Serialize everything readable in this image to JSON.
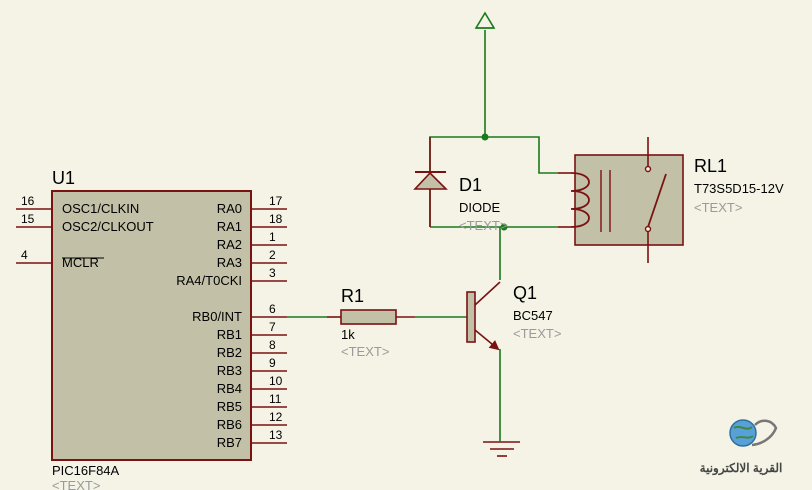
{
  "u1": {
    "ref": "U1",
    "part": "PIC16F84A",
    "placeholder": "<TEXT>",
    "left_pins": [
      {
        "num": "16",
        "label": "OSC1/CLKIN"
      },
      {
        "num": "15",
        "label": "OSC2/CLKOUT"
      },
      {
        "num": "4",
        "label": "MCLR"
      }
    ],
    "right_pins": [
      {
        "num": "17",
        "label": "RA0"
      },
      {
        "num": "18",
        "label": "RA1"
      },
      {
        "num": "1",
        "label": "RA2"
      },
      {
        "num": "2",
        "label": "RA3"
      },
      {
        "num": "3",
        "label": "RA4/T0CKI"
      },
      {
        "num": "6",
        "label": "RB0/INT"
      },
      {
        "num": "7",
        "label": "RB1"
      },
      {
        "num": "8",
        "label": "RB2"
      },
      {
        "num": "9",
        "label": "RB3"
      },
      {
        "num": "10",
        "label": "RB4"
      },
      {
        "num": "11",
        "label": "RB5"
      },
      {
        "num": "12",
        "label": "RB6"
      },
      {
        "num": "13",
        "label": "RB7"
      }
    ]
  },
  "r1": {
    "ref": "R1",
    "value": "1k",
    "placeholder": "<TEXT>"
  },
  "q1": {
    "ref": "Q1",
    "value": "BC547",
    "placeholder": "<TEXT>"
  },
  "d1": {
    "ref": "D1",
    "value": "DIODE",
    "placeholder": "<TEXT>"
  },
  "rl1": {
    "ref": "RL1",
    "value": "T73S5D15-12V",
    "placeholder": "<TEXT>"
  },
  "watermark": {
    "text": "القرية الالكترونية"
  },
  "colors": {
    "wire": "#1a7a1a",
    "component": "#7a1212",
    "body_fill": "#c2c1a8",
    "background": "#f4f3e6",
    "placeholder_text": "#9a9a9a"
  }
}
